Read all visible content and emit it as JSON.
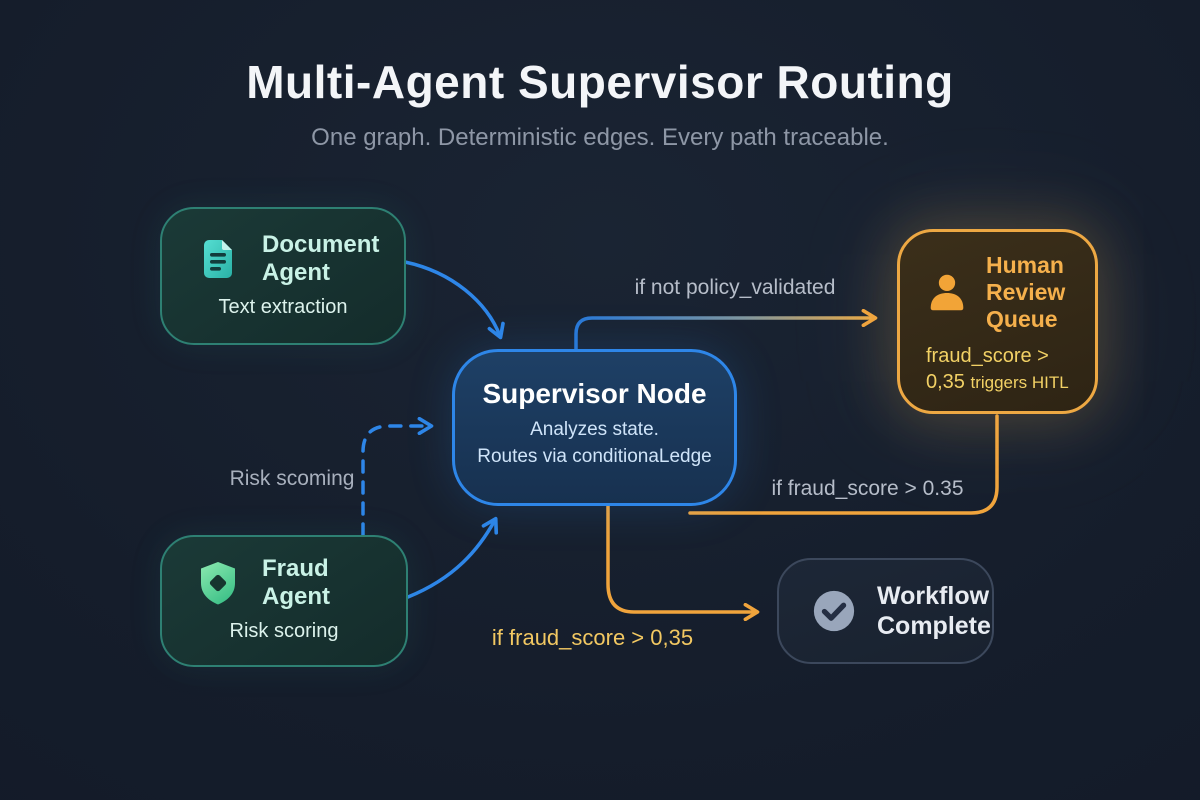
{
  "header": {
    "title": "Multi-Agent Supervisor Routing",
    "subtitle": "One graph. Deterministic edges. Every path traceable."
  },
  "nodes": {
    "document_agent": {
      "name": "Document Agent",
      "desc": "Text extraction",
      "icon": "document-icon"
    },
    "fraud_agent": {
      "name": "Fraud Agent",
      "desc": "Risk scoring",
      "icon": "shield-icon"
    },
    "supervisor": {
      "name": "Supervisor Node",
      "desc_line1": "Analyzes state.",
      "desc_line2": "Routes via conditionaLedge"
    },
    "human_review": {
      "name": "Human Review Queue",
      "desc_main": "fraud_score > 0,35 ",
      "desc_small": "triggers HITL",
      "icon": "person-icon"
    },
    "workflow_complete": {
      "name": "Workflow Complete",
      "icon": "check-circle-icon"
    }
  },
  "edge_labels": {
    "policy": "if not policy_validated",
    "fraud_right": "if fraud_score > 0.35",
    "fraud_bottom": "if fraud_score > 0,35",
    "risk": "Risk scoming"
  },
  "colors": {
    "background": "#151d2b",
    "edge_blue": "#2e86e8",
    "edge_orange": "#f0a43c",
    "teal_border": "#2e8073",
    "blue_border": "#2e86e8",
    "orange_border": "#eda843",
    "gray_border": "#3c485c",
    "label_gray": "#b6bdc9",
    "label_yellow": "#f2c862"
  }
}
